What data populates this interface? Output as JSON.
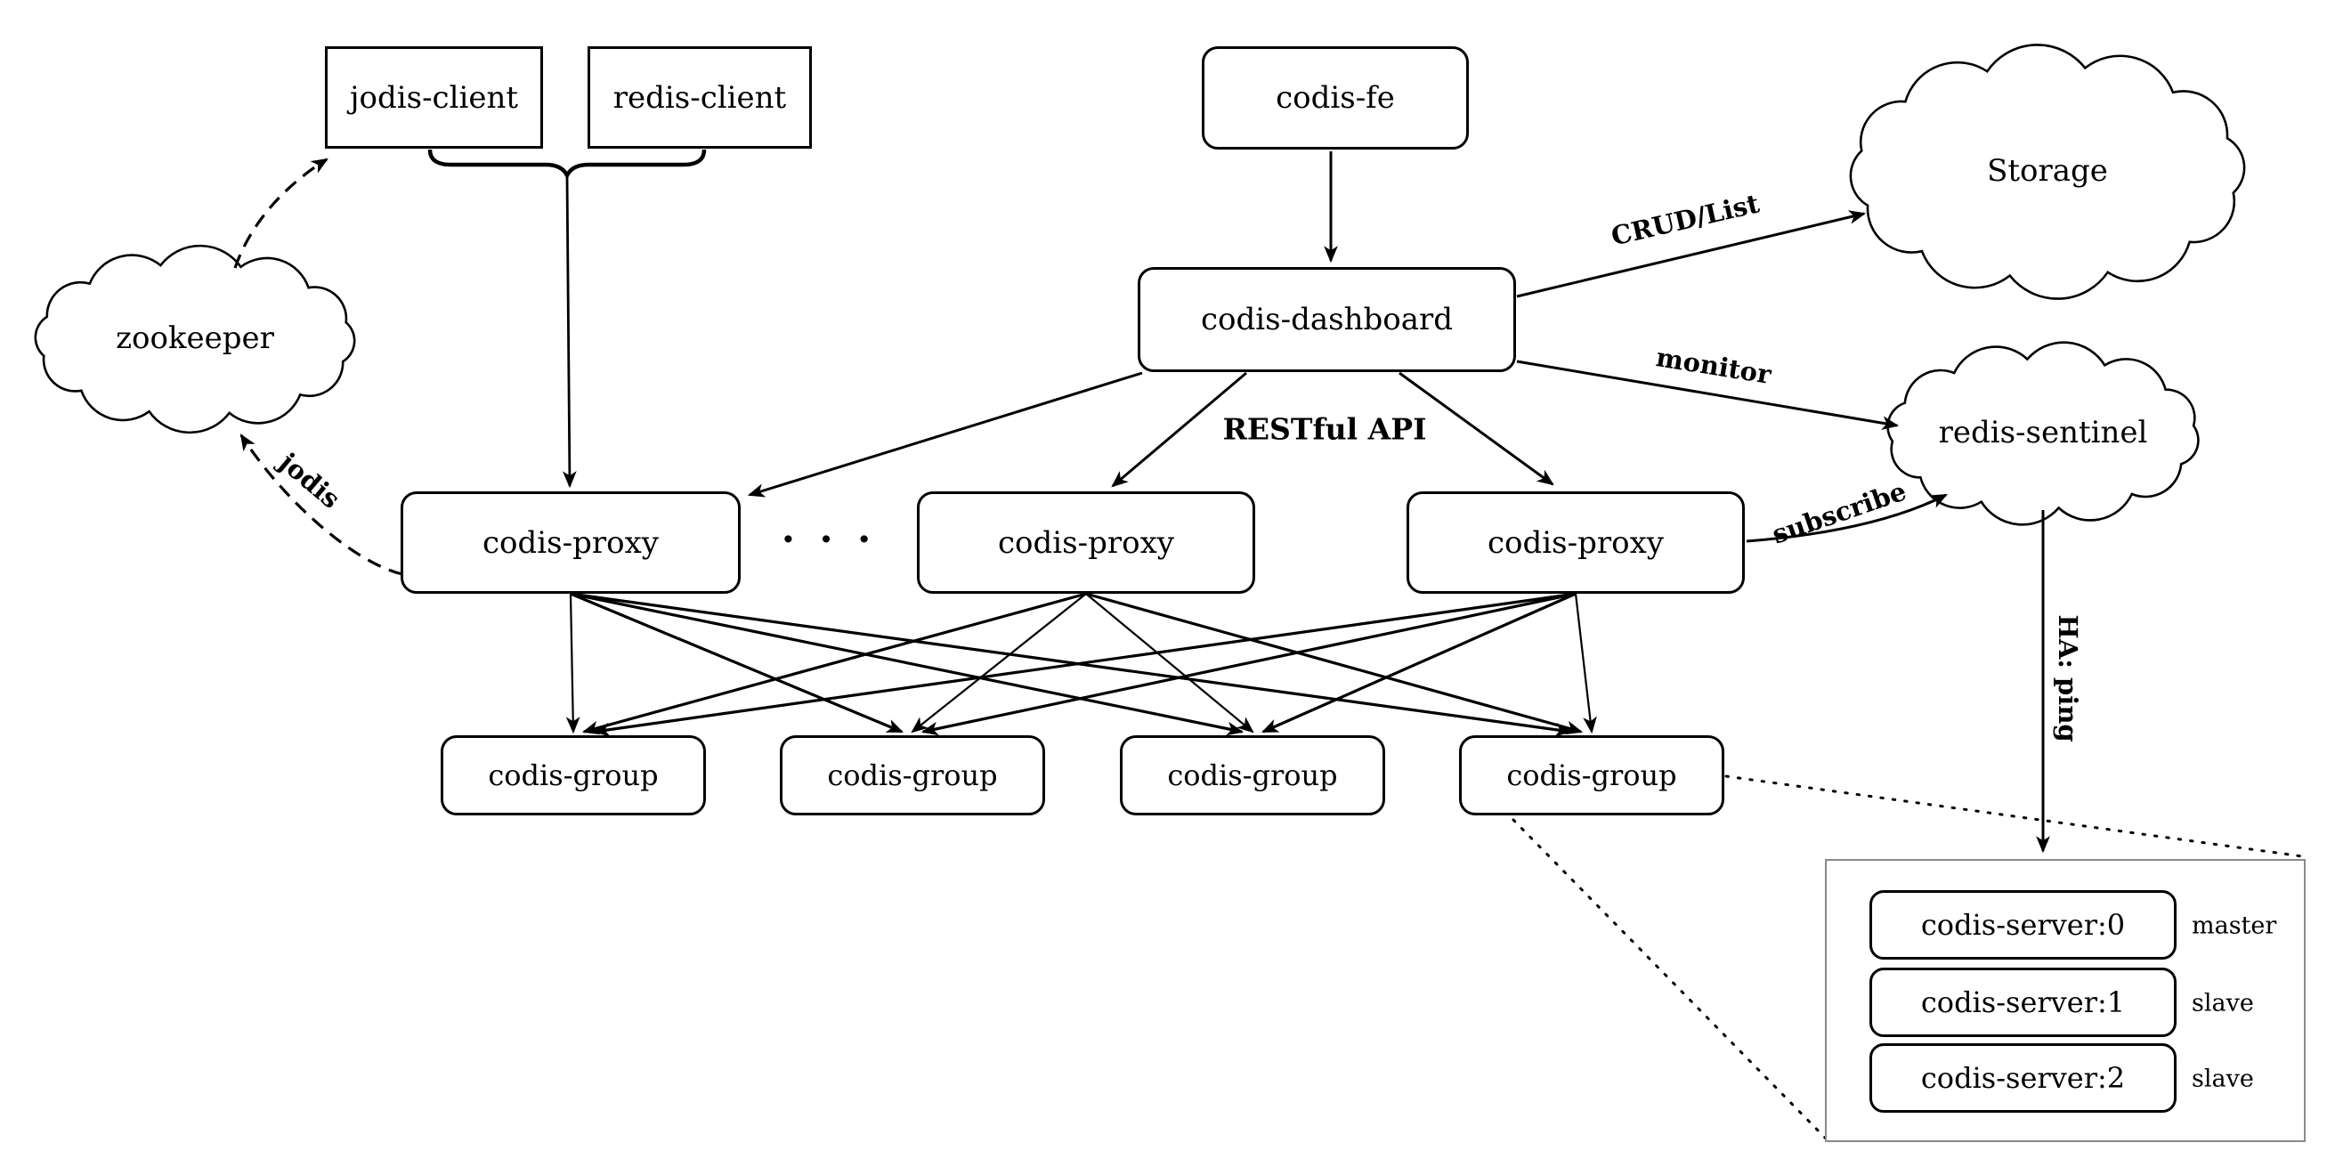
{
  "nodes": {
    "jodis_client": {
      "label": "jodis-client"
    },
    "redis_client": {
      "label": "redis-client"
    },
    "codis_fe": {
      "label": "codis-fe"
    },
    "codis_dashboard": {
      "label": "codis-dashboard"
    },
    "zookeeper": {
      "label": "zookeeper"
    },
    "storage": {
      "label": "Storage"
    },
    "redis_sentinel": {
      "label": "redis-sentinel"
    },
    "proxy1": {
      "label": "codis-proxy"
    },
    "proxy2": {
      "label": "codis-proxy"
    },
    "proxy3": {
      "label": "codis-proxy"
    },
    "proxy_ellipsis": "· · ·",
    "group1": {
      "label": "codis-group"
    },
    "group2": {
      "label": "codis-group"
    },
    "group3": {
      "label": "codis-group"
    },
    "group4": {
      "label": "codis-group"
    },
    "server0": {
      "label": "codis-server:0",
      "role": "master"
    },
    "server1": {
      "label": "codis-server:1",
      "role": "slave"
    },
    "server2": {
      "label": "codis-server:2",
      "role": "slave"
    }
  },
  "edge_labels": {
    "crud": "CRUD/List",
    "monitor": "monitor",
    "restful_api": "RESTful API",
    "subscribe": "subscribe",
    "jodis": "jodis",
    "ha_ping": "HA: ping"
  },
  "colors": {
    "stroke": "#000000",
    "server_box_border": "#8a8a8a",
    "background": "#ffffff"
  }
}
